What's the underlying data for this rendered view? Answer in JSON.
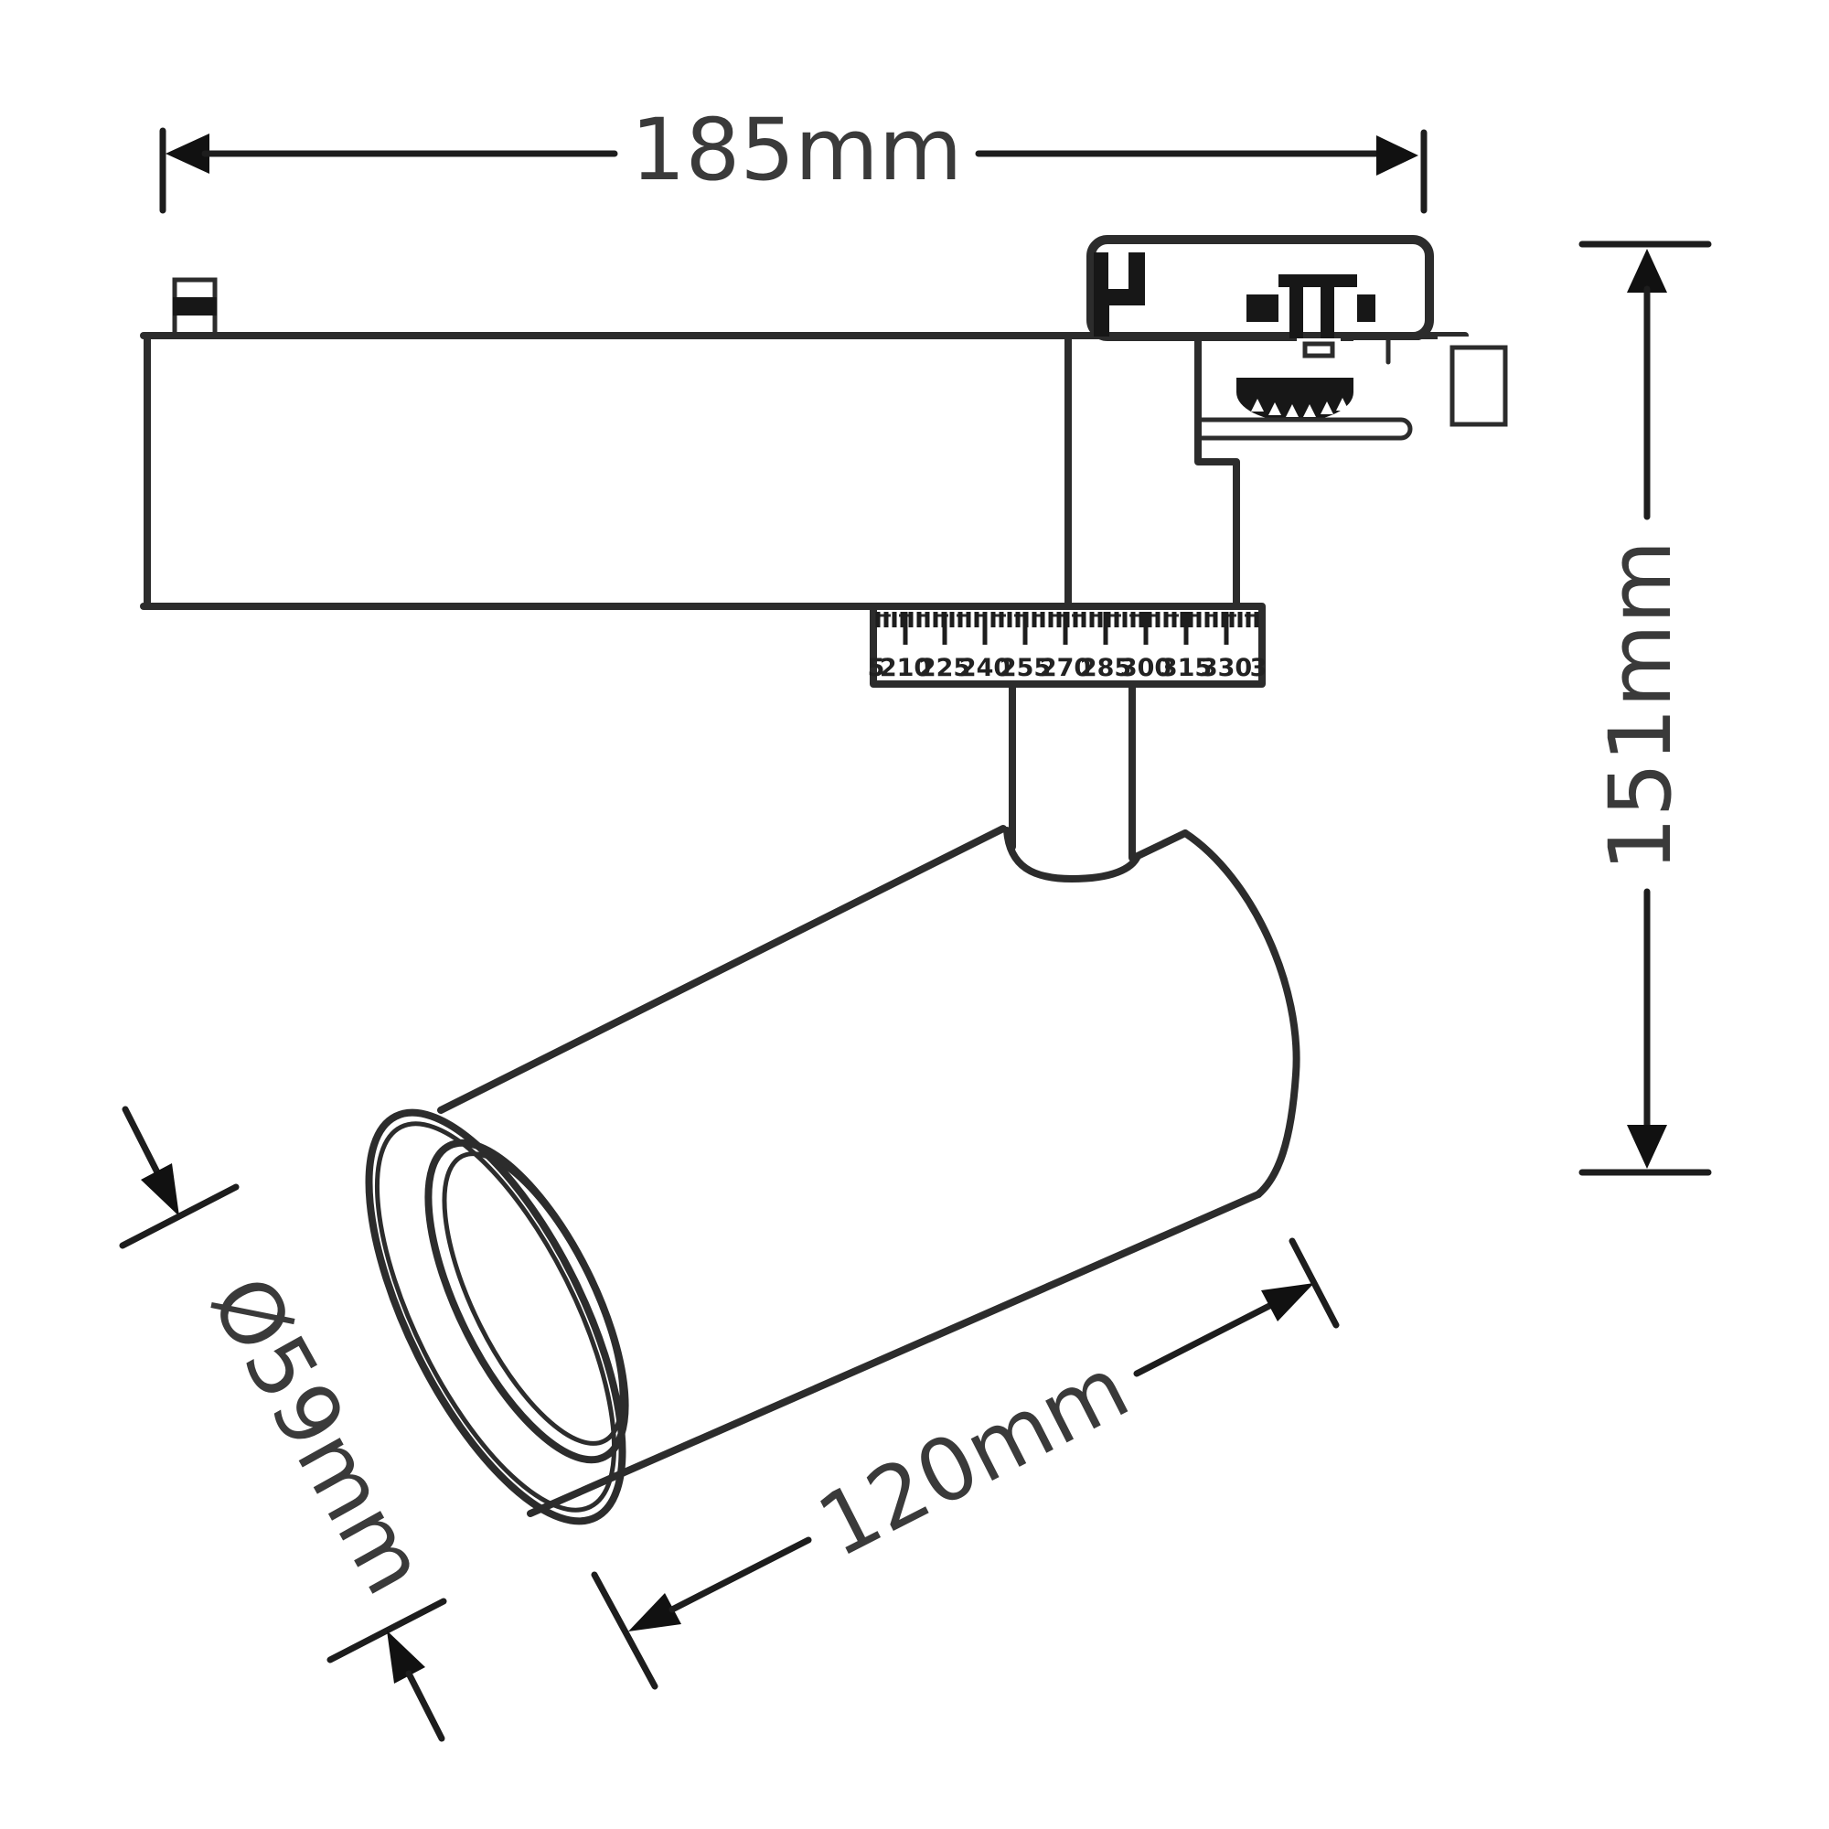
{
  "drawing": {
    "kind": "technical dimension drawing - LED track spotlight, side view",
    "labels": {
      "width": "185mm",
      "height": "151mm",
      "body_length": "120mm",
      "lens_diameter": "Ø59mm"
    },
    "ruler": {
      "labels": [
        "5",
        "210",
        "225",
        "240",
        "255",
        "270",
        "285",
        "300",
        "315",
        "330",
        "3"
      ]
    },
    "colors": {
      "line": "#2c2c2c",
      "text": "#3a3a3a",
      "background": "#ffffff"
    }
  }
}
